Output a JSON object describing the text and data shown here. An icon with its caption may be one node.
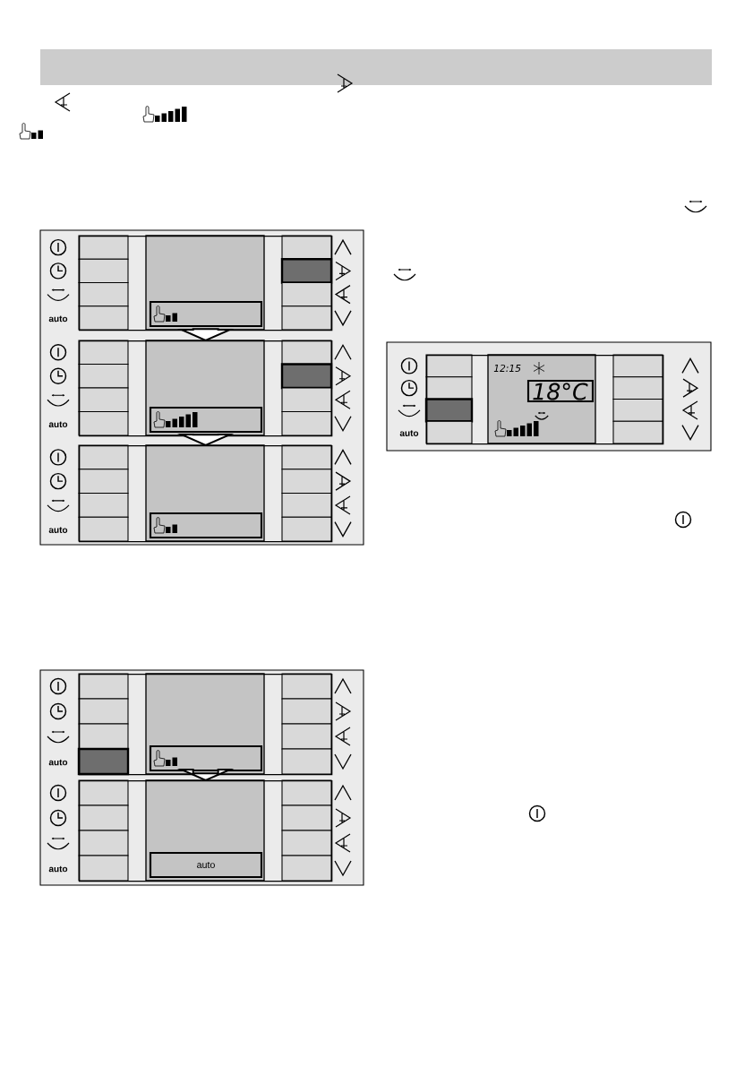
{
  "diagram": {
    "nodes": [
      {
        "text": [],
        "shape": "box",
        "beside": [
          "auto"
        ]
      },
      {
        "text": [],
        "shape": "box",
        "beside": [
          "auto"
        ]
      },
      {
        "text": [],
        "shape": "box",
        "beside": [
          "auto"
        ]
      },
      {
        "text": [],
        "shape": "box",
        "beside": [
          "auto"
        ]
      },
      {
        "text": [
          "auto"
        ],
        "beside": [
          "auto"
        ]
      },
      {
        "text": [
          "12:15",
          "18°C"
        ],
        "beside": [
          "auto"
        ]
      }
    ],
    "edges": [
      {
        "from": 0,
        "to": 1,
        "arrow": "to"
      },
      {
        "from": 1,
        "to": 2,
        "arrow": "to"
      },
      {
        "from": 3,
        "to": 4,
        "arrow": "to"
      }
    ]
  }
}
